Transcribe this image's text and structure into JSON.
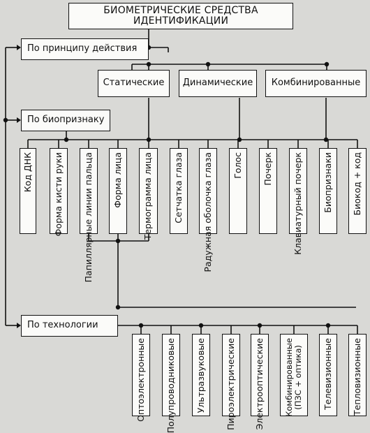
{
  "title": "БИОМЕТРИЧЕСКИЕ СРЕДСТВА ИДЕНТИФИКАЦИИ",
  "categories": {
    "by_principle": "По принципу действия",
    "by_biosign": "По биопризнаку",
    "by_technology": "По технологии"
  },
  "principle_types": [
    "Статические",
    "Динамические",
    "Комбинированные"
  ],
  "biosigns": [
    "Код ДНК",
    "Форма кисти руки",
    "Папиллярные линии пальца",
    "Форма лица",
    "Термограмма лица",
    "Сетчатка глаза",
    "Радужная оболочка глаза",
    "Голос",
    "Почерк",
    "Клавиатурный почерк",
    "Биопризнаки",
    "Биокод + код"
  ],
  "technologies": [
    "Оптоэлектронные",
    "Полупроводниковые",
    "Ультразвуковые",
    "Пироэлектрические",
    "Электрооптические",
    "Комбинированные",
    "Телевизионные",
    "Тепловизионные"
  ],
  "technology_combined_note": "(ПЗС + оптика)"
}
